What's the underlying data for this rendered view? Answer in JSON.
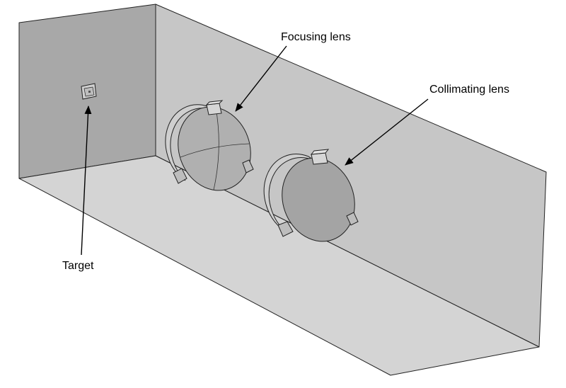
{
  "labels": {
    "focusing_lens": "Focusing lens",
    "collimating_lens": "Collimating lens",
    "target": "Target"
  },
  "colors": {
    "background": "#ffffff",
    "back_wall": "#a8a8a8",
    "side_wall": "#c8c8c8",
    "floor": "#d2d2d2",
    "edge": "#222222",
    "lens_face": "#a4a4a4",
    "lens_rim": "#c9c9c9",
    "bracket": "#bdbdbd",
    "arrow": "#000000"
  }
}
